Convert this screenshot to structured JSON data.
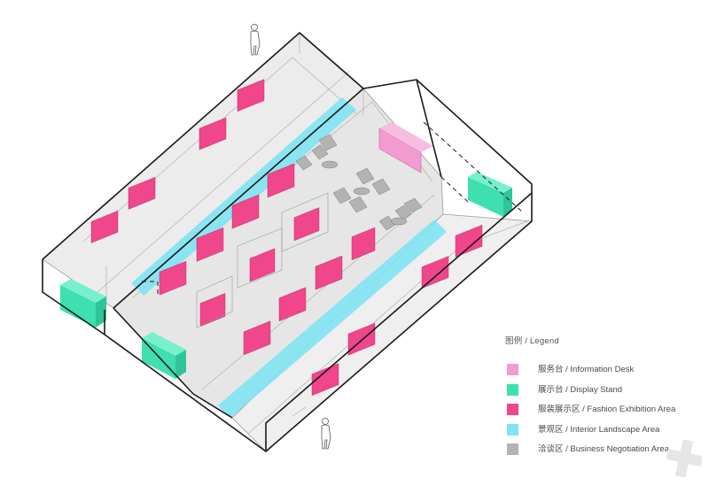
{
  "legend": {
    "title": "图例 / Legend",
    "items": [
      {
        "key": "information-desk",
        "label": "服务台 / Information Desk",
        "color": "#f29bd0"
      },
      {
        "key": "display-stand",
        "label": "展示台 / Display Stand",
        "color": "#3ee0b0"
      },
      {
        "key": "fashion-exhibition-area",
        "label": "服装展示区 / Fashion Exhibition Area",
        "color": "#f0468c"
      },
      {
        "key": "interior-landscape-area",
        "label": "景观区 / Interior Landscape Area",
        "color": "#7fe3f2"
      },
      {
        "key": "business-negotiation-area",
        "label": "洽谈区 / Business Negotiation Area",
        "color": "#b3b3b3"
      }
    ]
  },
  "colors": {
    "outline": "#1a1a1a",
    "floor": "#eeeeee",
    "roof_fill": "#f4f4f4",
    "thin_line": "#9a9a9a"
  }
}
